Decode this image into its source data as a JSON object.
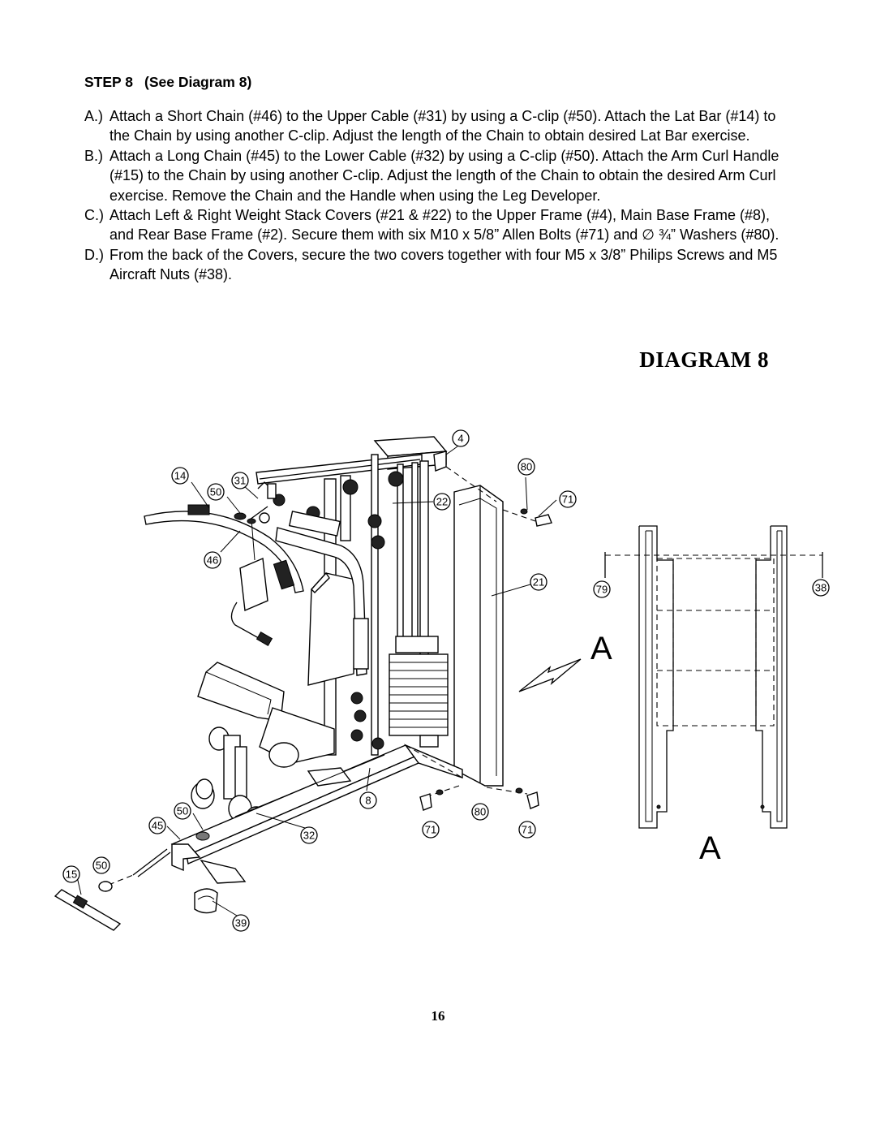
{
  "step": {
    "title": "STEP 8",
    "subtitle": "(See Diagram 8)"
  },
  "instructions": [
    {
      "letter": "A.)",
      "text": "Attach a Short Chain (#46) to the Upper Cable (#31) by using a C-clip (#50). Attach the Lat Bar (#14) to the Chain by using another C-clip. Adjust the length of the Chain to obtain desired Lat Bar exercise."
    },
    {
      "letter": "B.)",
      "text": "Attach a Long Chain (#45) to the Lower Cable (#32) by using a C-clip (#50). Attach the Arm Curl Handle (#15) to the Chain by using another C-clip. Adjust the length of the Chain to obtain the desired Arm Curl exercise.  Remove the Chain and the Handle when using the Leg Developer."
    },
    {
      "letter": "C.)",
      "text": "Attach Left & Right Weight Stack Covers (#21 & #22) to the Upper Frame (#4), Main Base Frame (#8), and Rear Base Frame (#2).  Secure them with six M10 x 5/8” Allen Bolts (#71) and ∅ ¾” Washers (#80)."
    },
    {
      "letter": "D.)",
      "text": "From the back of the Covers, secure the two covers together with four M5 x 3/8” Philips Screws and M5 Aircraft Nuts (#38)."
    }
  ],
  "diagram": {
    "title": "DIAGRAM 8",
    "callouts": {
      "c4": "4",
      "c80a": "80",
      "c71a": "71",
      "c14": "14",
      "c31": "31",
      "c50a": "50",
      "c22": "22",
      "c46": "46",
      "c21": "21",
      "c79": "79",
      "c38": "38",
      "c8": "8",
      "c80b": "80",
      "c50b": "50",
      "c45": "45",
      "c32": "32",
      "c71b": "71",
      "c71c": "71",
      "c15": "15",
      "c50c": "50",
      "c39": "39"
    },
    "view_label_arrow": "A",
    "view_label_detail": "A"
  },
  "page_number": "16"
}
